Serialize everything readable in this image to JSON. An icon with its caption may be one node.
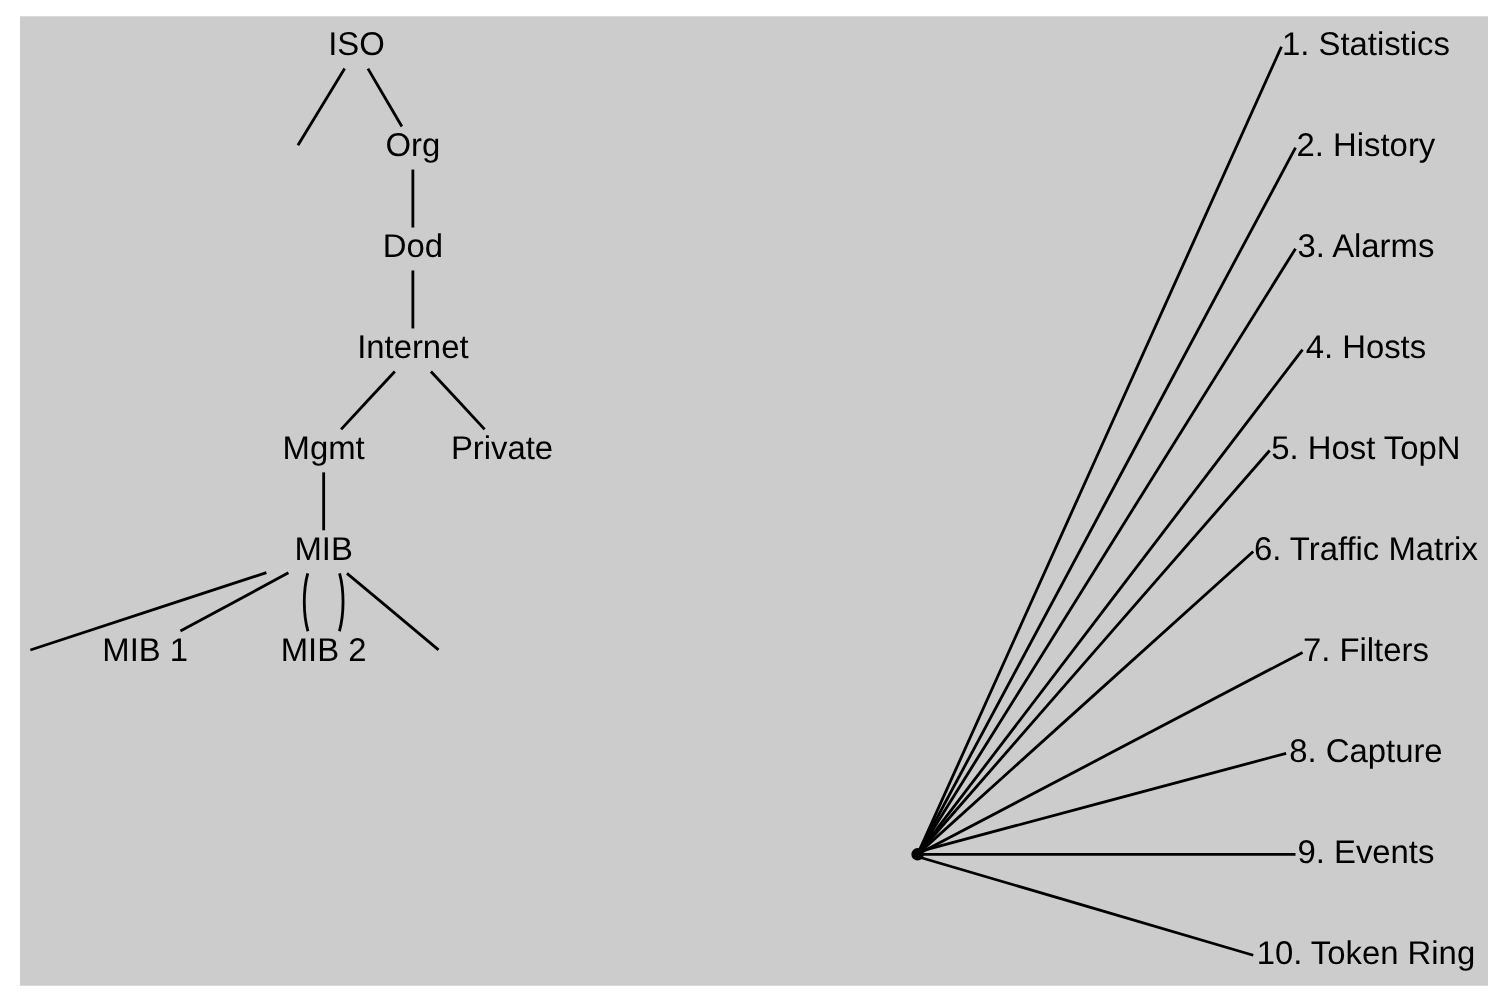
{
  "diagram": {
    "nodes": [
      {
        "text": [
          "ISO"
        ]
      },
      {
        "text": [
          "Org"
        ]
      },
      {
        "text": [
          "Dod"
        ]
      },
      {
        "text": [
          "Internet"
        ]
      },
      {
        "text": [
          "Private"
        ]
      },
      {
        "text": [
          "Mgmt"
        ]
      },
      {
        "text": [
          "MIB"
        ]
      },
      {
        "text": [
          "MIB 1"
        ]
      },
      {
        "text": [
          "MIB 2"
        ]
      },
      {
        "text": [],
        "shape": "point"
      },
      {
        "text": [
          "1. Statistics"
        ]
      },
      {
        "text": [
          "2. History"
        ]
      },
      {
        "text": [
          "3. Alarms"
        ]
      },
      {
        "text": [
          "4. Hosts"
        ]
      },
      {
        "text": [
          "5. Host TopN"
        ]
      },
      {
        "text": [
          "6. Traffic Matrix"
        ]
      },
      {
        "text": [
          "7. Filters"
        ]
      },
      {
        "text": [
          "8. Capture"
        ]
      },
      {
        "text": [
          "9. Events"
        ]
      },
      {
        "text": [
          "10. Token Ring"
        ]
      }
    ],
    "edges": [
      {
        "from": 0,
        "to": null,
        "arrow": "none"
      },
      {
        "from": 0,
        "to": 1,
        "arrow": "none"
      },
      {
        "from": 1,
        "to": 2,
        "arrow": "none"
      },
      {
        "from": 2,
        "to": 3,
        "arrow": "none"
      },
      {
        "from": 3,
        "to": 5,
        "arrow": "none"
      },
      {
        "from": 3,
        "to": 4,
        "arrow": "none"
      },
      {
        "from": 5,
        "to": 6,
        "arrow": "none"
      },
      {
        "from": 6,
        "to": null,
        "arrow": "none"
      },
      {
        "from": 6,
        "to": 7,
        "arrow": "none"
      },
      {
        "from": 6,
        "to": 8,
        "arrow": "none"
      },
      {
        "from": 6,
        "to": 8,
        "arrow": "none"
      },
      {
        "from": 6,
        "to": null,
        "arrow": "none"
      },
      {
        "from": 9,
        "to": 10,
        "arrow": "none"
      },
      {
        "from": 9,
        "to": 11,
        "arrow": "none"
      },
      {
        "from": 9,
        "to": 12,
        "arrow": "none"
      },
      {
        "from": 9,
        "to": 13,
        "arrow": "none"
      },
      {
        "from": 9,
        "to": 14,
        "arrow": "none"
      },
      {
        "from": 9,
        "to": 15,
        "arrow": "none"
      },
      {
        "from": 9,
        "to": 16,
        "arrow": "none"
      },
      {
        "from": 9,
        "to": 17,
        "arrow": "none"
      },
      {
        "from": 9,
        "to": 18,
        "arrow": "none"
      },
      {
        "from": 9,
        "to": 19,
        "arrow": "none"
      }
    ]
  }
}
